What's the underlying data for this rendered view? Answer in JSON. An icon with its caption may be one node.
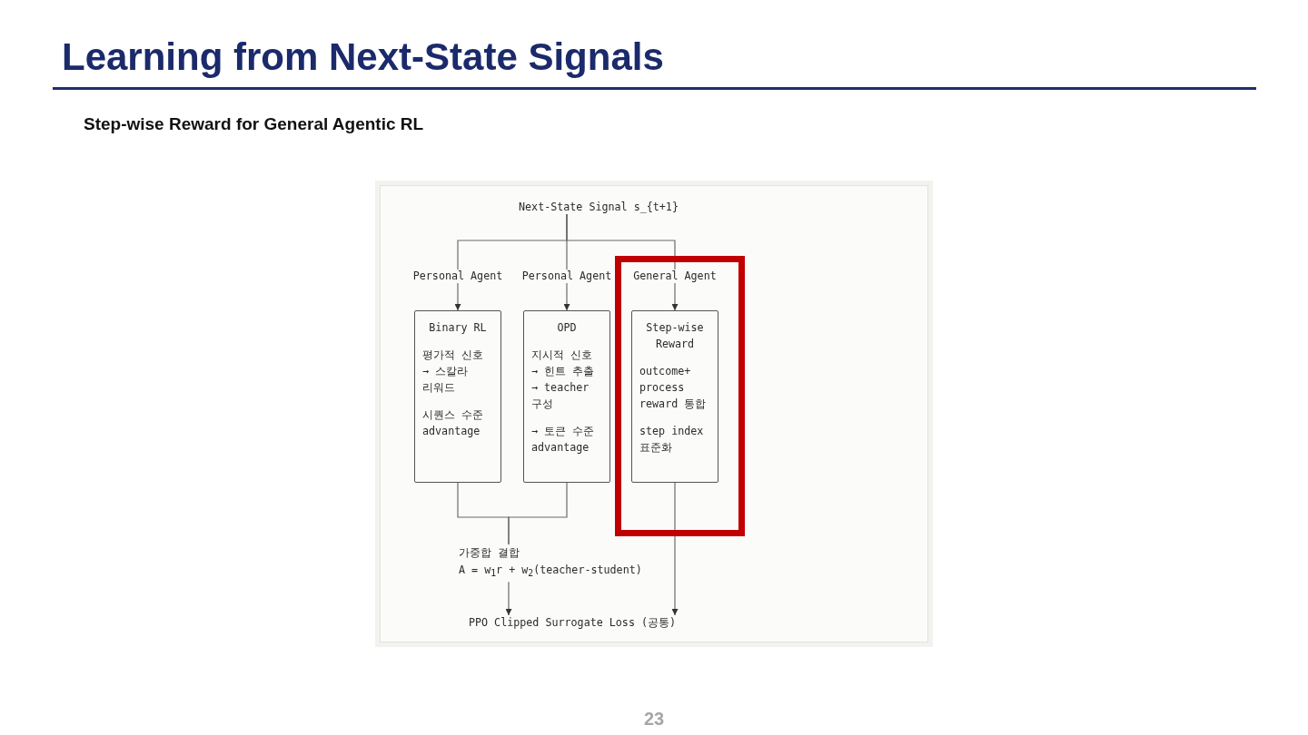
{
  "diagram": {
    "title": "Learning from Next-State Signals",
    "nodes": [
      {
        "text": [
          "Next-State Signal s_{t+1}"
        ]
      },
      {
        "text": [
          "Personal Agent"
        ]
      },
      {
        "text": [
          "Personal Agent"
        ]
      },
      {
        "text": [],
        "shape": "box"
      },
      {
        "text": [
          "General Agent"
        ],
        "in": 3
      },
      {
        "text": [
          "Binary RL",
          "평가적 신호 → 스칼라 리워드",
          "시퀀스 수준 advantage"
        ]
      },
      {
        "text": [
          "OPD",
          "지시적 신호 → 힌트 추출 → teacher 구성",
          "→ 토큰 수준 advantage"
        ]
      },
      {
        "text": [
          "Step-wise Reward",
          "outcome+ process reward 통합",
          "step index 표준화"
        ],
        "in": 3
      },
      {
        "text": [
          "가중합 결합",
          "A = w$_{1}$r + w$_{2}$(teacher-student)"
        ]
      },
      {
        "text": [
          "PPO Clipped Surrogate Loss (공통)"
        ]
      }
    ],
    "edges": [
      {
        "from": 0,
        "to": 1,
        "arrow": "none"
      },
      {
        "from": 0,
        "to": 2,
        "arrow": "none"
      },
      {
        "from": 0,
        "to": 4,
        "arrow": "none"
      },
      {
        "from": 1,
        "to": 5,
        "arrow": "to"
      },
      {
        "from": 2,
        "to": 6,
        "arrow": "to"
      },
      {
        "from": 4,
        "to": 7,
        "arrow": "to"
      },
      {
        "from": 5,
        "to": 8,
        "arrow": "none"
      },
      {
        "from": 6,
        "to": 8,
        "arrow": "none"
      },
      {
        "from": 8,
        "to": 9,
        "arrow": "to"
      },
      {
        "from": 7,
        "to": 9,
        "arrow": "to"
      }
    ],
    "labels": [
      "Step-wise Reward for General Agentic RL",
      "23"
    ]
  }
}
